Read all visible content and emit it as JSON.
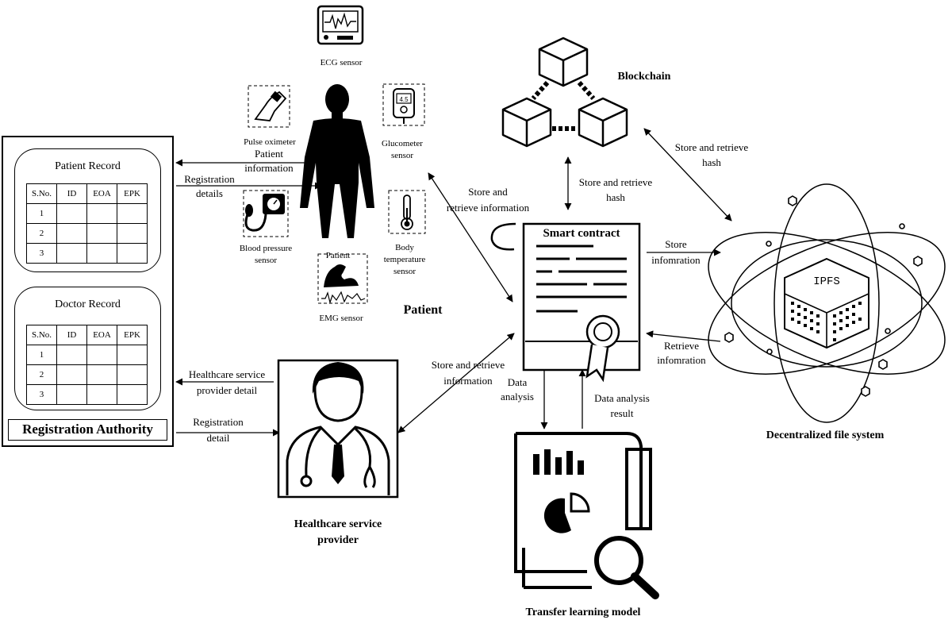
{
  "registration_authority": {
    "label": "Registration Authority",
    "patient_record": {
      "title": "Patient Record",
      "columns": [
        "S.No.",
        "ID",
        "EOA",
        "EPK"
      ],
      "rows": [
        "1",
        "2",
        "3"
      ]
    },
    "doctor_record": {
      "title": "Doctor Record",
      "columns": [
        "S.No.",
        "ID",
        "EOA",
        "EPK"
      ],
      "rows": [
        "1",
        "2",
        "3"
      ]
    }
  },
  "sensors": {
    "ecg": "ECG sensor",
    "pulse": "Pulse oximeter",
    "glucometer": [
      "Glucometer",
      "sensor"
    ],
    "bp": [
      "Blood pressure",
      "sensor"
    ],
    "temperature": [
      "Body",
      "temperature",
      "sensor"
    ],
    "emg": "EMG sensor",
    "patient_overlap": "Patient",
    "glucometer_display": "4.5"
  },
  "nodes": {
    "patient": "Patient",
    "blockchain": "Blockchain",
    "smart_contract": "Smart contract",
    "ipfs": "IPFS",
    "decentralized": "Decentralized file system",
    "provider": [
      "Healthcare service",
      "provider"
    ],
    "transfer": "Transfer learning model"
  },
  "edges": {
    "patient_info": [
      "Patient",
      "information"
    ],
    "registration_details": [
      "Registration",
      "details"
    ],
    "provider_detail": [
      "Healthcare service",
      "provider detail"
    ],
    "registration_detail": [
      "Registration",
      "detail"
    ],
    "store_retrieve_info_top": [
      "Store and",
      "retrieve information"
    ],
    "store_retrieve_info_bottom": [
      "Store and retrieve",
      "information"
    ],
    "store_retrieve_hash_mid": [
      "Store and retrieve",
      "hash"
    ],
    "store_retrieve_hash_right": [
      "Store and retrieve",
      "hash"
    ],
    "store_info": [
      "Store",
      "infomration"
    ],
    "retrieve_info": [
      "Retrieve",
      "infomration"
    ],
    "data_analysis": [
      "Data",
      "analysis"
    ],
    "data_analysis_result": [
      "Data analysis",
      "result"
    ]
  }
}
